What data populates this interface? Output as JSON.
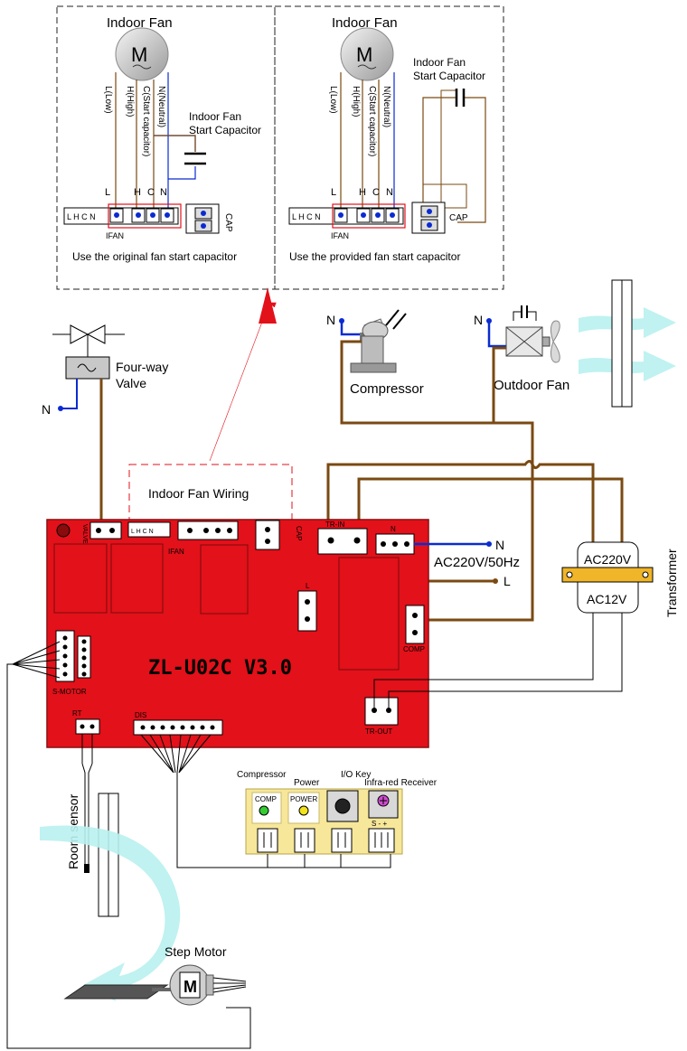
{
  "insets": {
    "left": {
      "title": "Indoor Fan",
      "motor": "M",
      "wires": [
        "L(Low)",
        "H(High)",
        "C(Start capacitor)",
        "N(Neutral)"
      ],
      "capacitor_label_1": "Indoor Fan",
      "capacitor_label_2": "Start Capacitor",
      "terminal_letters": [
        "L",
        "H",
        "C",
        "N"
      ],
      "terminal_strip": "L H C N",
      "ifan": "IFAN",
      "cap": "CAP",
      "caption": "Use the original fan start capacitor"
    },
    "right": {
      "title": "Indoor Fan",
      "motor": "M",
      "wires": [
        "L(Low)",
        "H(High)",
        "C(Start capacitor)",
        "N(Neutral)"
      ],
      "capacitor_label_1": "Indoor Fan",
      "capacitor_label_2": "Start Capacitor",
      "terminal_letters": [
        "L",
        "H",
        "C",
        "N"
      ],
      "terminal_strip": "L H C N",
      "ifan": "IFAN",
      "cap": "CAP",
      "caption": "Use the provided fan start capacitor"
    }
  },
  "four_way_valve": {
    "label_1": "Four-way",
    "label_2": "Valve",
    "n": "N"
  },
  "compressor": {
    "label": "Compressor",
    "n": "N"
  },
  "outdoor_fan": {
    "label": "Outdoor Fan",
    "n": "N"
  },
  "board": {
    "model": "ZL-U02C  V3.0",
    "labels": {
      "ifan_wiring": "Indoor Fan Wiring",
      "ifan": "IFAN",
      "cap": "CAP",
      "tr_in": "TR-IN",
      "n": "N",
      "l": "L",
      "comp": "COMP",
      "s_motor": "S-MOTOR",
      "rt": "RT",
      "dis": "DIS",
      "tr_out": "TR-OUT",
      "valve": "VALVE",
      "lhcn": "L H C N"
    }
  },
  "power": {
    "n": "N",
    "ac": "AC220V/50Hz",
    "l": "L"
  },
  "transformer": {
    "primary": "AC220V",
    "secondary": "AC12V",
    "label": "Transformer"
  },
  "display_panel": {
    "compressor": "Compressor",
    "power": "Power",
    "io_key": "I/O Key",
    "ir_receiver": "Infra-red Receiver",
    "comp_led": "COMP",
    "power_led": "POWER",
    "ir_pins": "S  -  +"
  },
  "room_sensor": {
    "label": "Room sensor"
  },
  "step_motor": {
    "label": "Step Motor",
    "m": "M"
  },
  "colors": {
    "board_red": "#e2111a",
    "wire_brown": "#7a4a12",
    "wire_blue": "#0a2bd1",
    "airflow": "#b8f1ee",
    "led_green": "#33cc33",
    "led_yellow": "#f2e21a",
    "panel_yellow": "#f6e79a"
  }
}
